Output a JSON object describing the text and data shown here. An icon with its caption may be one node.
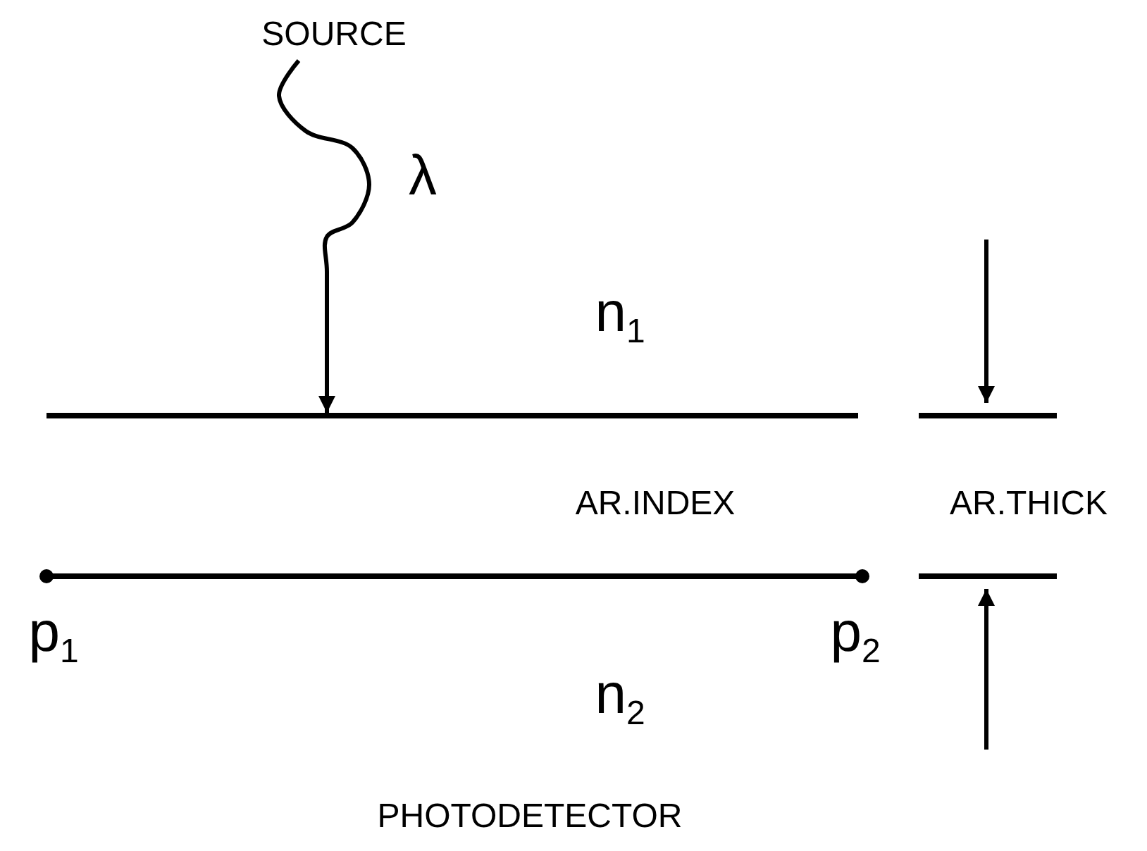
{
  "diagram": {
    "nodes": [
      {
        "text": [
          "SOURCE"
        ]
      },
      {
        "text": [],
        "shape": "bar"
      }
    ],
    "edges": [
      {
        "from": 0,
        "to": 1,
        "arrow": "to",
        "label": "λ"
      }
    ],
    "labels": [
      "n$_{1}$",
      "AR.INDEX",
      "AR.THICK",
      "p$_{1}$",
      "p$_{2}$",
      "n$_{2}$",
      "PHOTODETECTOR"
    ]
  }
}
